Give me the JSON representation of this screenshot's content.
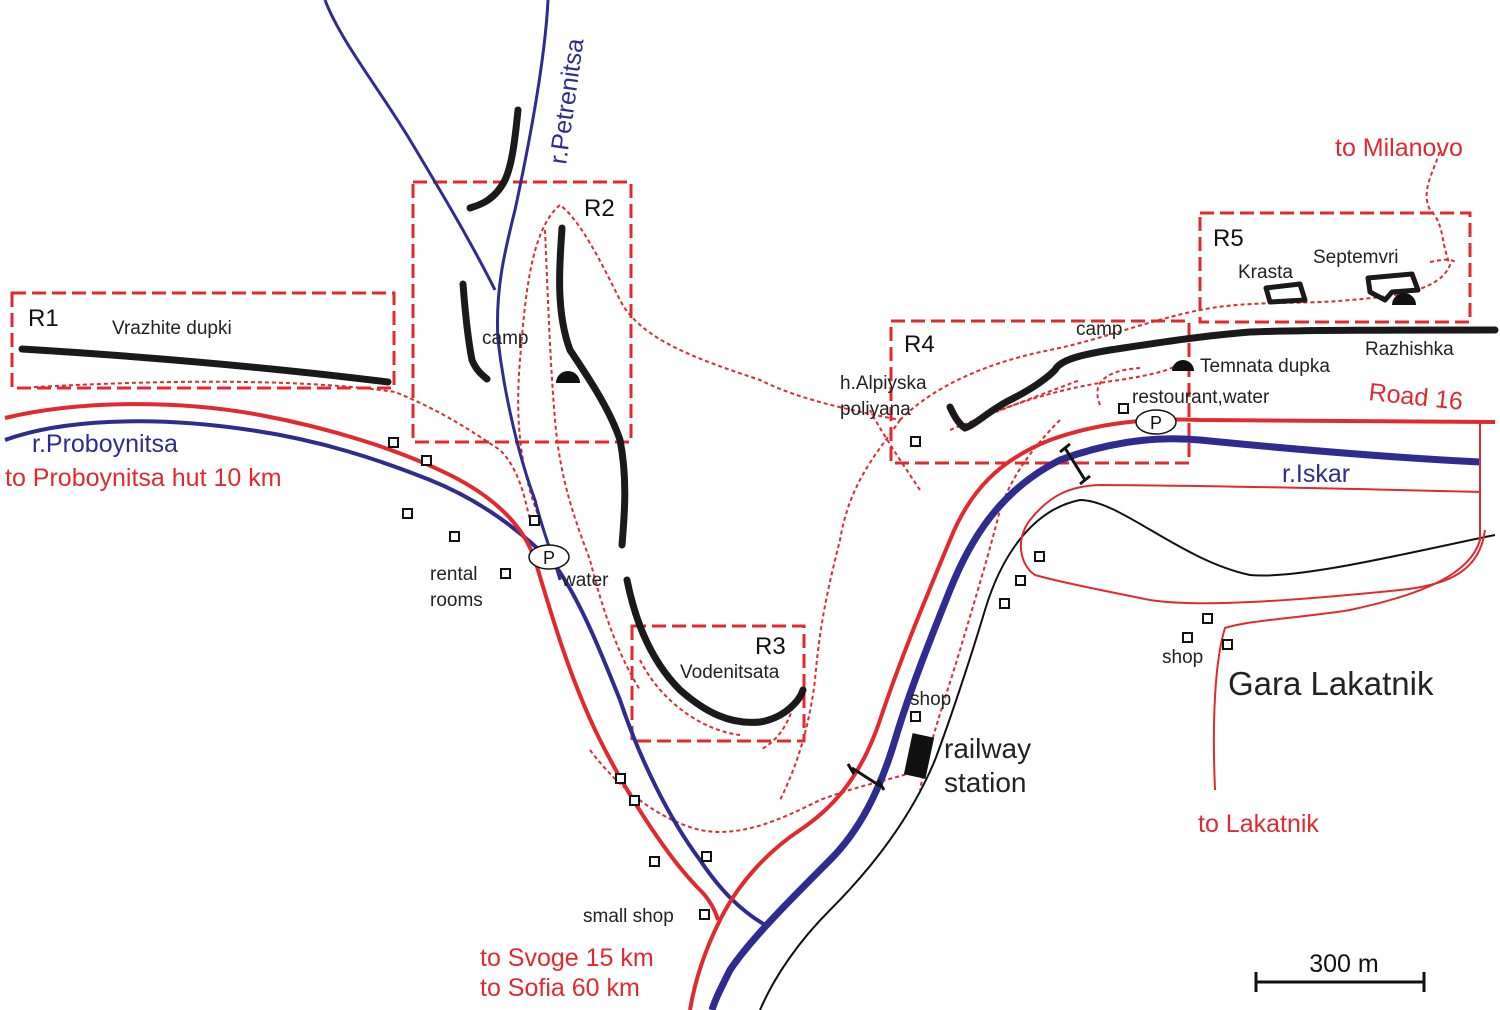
{
  "colors": {
    "road": "#e02a2f",
    "river": "#2e2d8f",
    "rail": "#111111",
    "crag": "#1a1a1a",
    "region_box": "#e02a2f",
    "trail": "#e02a2f"
  },
  "regions": [
    {
      "id": "R1",
      "label": "R1"
    },
    {
      "id": "R2",
      "label": "R2"
    },
    {
      "id": "R3",
      "label": "R3"
    },
    {
      "id": "R4",
      "label": "R4"
    },
    {
      "id": "R5",
      "label": "R5"
    }
  ],
  "crags": [
    {
      "id": "vrazhite",
      "label": "Vrazhite dupki"
    },
    {
      "id": "vodenitsata",
      "label": "Vodenitsata"
    },
    {
      "id": "krasta",
      "label": "Krasta"
    },
    {
      "id": "septemvri",
      "label": "Septemvri"
    },
    {
      "id": "razhishka",
      "label": "Razhishka"
    },
    {
      "id": "temnata",
      "label": "Temnata dupka"
    }
  ],
  "rivers": {
    "petrenitsa": "r.Petrenitsa",
    "proboynitsa": "r.Proboynitsa",
    "iskar": "r.Iskar"
  },
  "roads": {
    "proboynitsa_hut": "to Proboynitsa hut 10 km",
    "milanovo": "to Milanovo",
    "road16": "Road 16",
    "lakatnik": "to Lakatnik",
    "svoge": "to Svoge 15 km",
    "sofia": "to Sofia 60 km"
  },
  "places": {
    "camp_r2": "camp",
    "camp_r4": "camp",
    "alpiyska_1": "h.Alpiyska",
    "alpiyska_2": "poliyana",
    "restaurant": "restourant,water",
    "rental_1": "rental",
    "rental_2": "rooms",
    "water": "water",
    "shop_station": "shop",
    "shop_gara": "shop",
    "small_shop": "small shop",
    "railway_1": "railway",
    "railway_2": "station",
    "gara": "Gara Lakatnik"
  },
  "parking": [
    "P",
    "P"
  ],
  "scale_bar": {
    "label": "300 m"
  },
  "icons": [
    "parking-icon",
    "building-icon",
    "cave-icon",
    "bridge-icon",
    "railway-station-icon"
  ]
}
